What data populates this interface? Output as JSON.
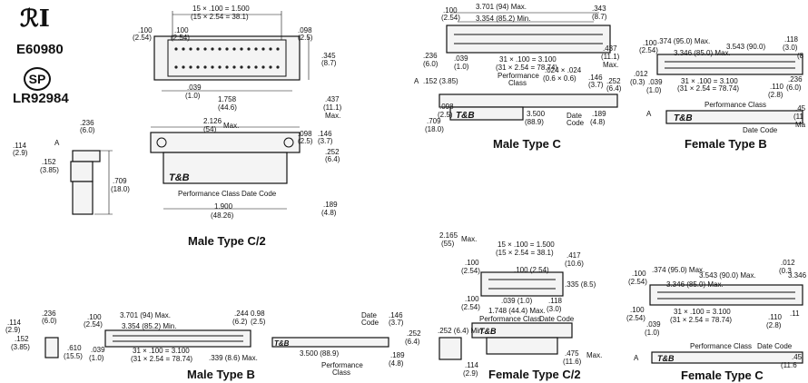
{
  "certifications": {
    "ul_number": "E60980",
    "csa_number": "LR92984"
  },
  "views": {
    "male_c2": "Male Type C/2",
    "male_c": "Male Type C",
    "female_b": "Female Type B",
    "male_b": "Male Type B",
    "female_c2": "Female Type C/2",
    "female_c": "Female Type C"
  },
  "common": {
    "performance_class": "Performance Class",
    "date_code": "Date Code",
    "perf_short": "Performance",
    "perf_class_word": "Class",
    "date_word": "Date",
    "code_word": "Code",
    "max": "Max."
  },
  "dims_c2": {
    "top1": "15 × .100 = 1.500",
    "top2": "(15 × 2.54 = 38.1)",
    "d100": ".100",
    "d254": "(2.54)",
    "d100b": ".100",
    "d254b": "(2.54)",
    "d098": ".098",
    "d25": "(2.5)",
    "d345": ".345",
    "d87": "(8.7)",
    "d039": ".039",
    "d10": "(1.0)",
    "d1758": "1.758",
    "d446": "(44.6)",
    "d437": ".437",
    "d111": "(11.1)",
    "dmax": "Max.",
    "d2126": "2.126",
    "d54": "(54)",
    "d098b": ".098",
    "d25b": "(2.5)",
    "d146": ".146",
    "d37": "(3.7)",
    "d252": ".252",
    "d64": "(6.4)",
    "d1900": "1.900",
    "d4826": "(48.26)",
    "d189": ".189",
    "d48": "(4.8)"
  },
  "dims_side_c2": {
    "d236": ".236",
    "d60": "(6.0)",
    "d114": ".114",
    "d29": "(2.9)",
    "a": "A",
    "d152": ".152",
    "d385": "(3.85)",
    "d709": ".709",
    "d180": "(18.0)"
  },
  "dims_c": {
    "d100": ".100",
    "d254": "(2.54)",
    "d3701": "3.701 (94) Max.",
    "d343": ".343",
    "d87": "(8.7)",
    "d3354": "3.354 (85.2) Min.",
    "d236": ".236",
    "d60": "(6.0)",
    "d039": ".039",
    "d10": "(1.0)",
    "p1": "31 × .100 = 3.100",
    "p2": "(31 × 2.54 = 78.74)",
    "d437": ".437",
    "d111": "(11.1)",
    "dmax": "Max.",
    "a": "A",
    "d152": ".152 (3.85)",
    "d024": ".024 × .024",
    "d06": "(0.6 × 0.6)",
    "d146": ".146",
    "d37": "(3.7)",
    "d252": ".252",
    "d64": "(6.4)",
    "d098": ".098",
    "d25": "(2.5)",
    "d709": ".709",
    "d180": "(18.0)",
    "d3500": "3.500",
    "d889": "(88.9)",
    "d189": ".189",
    "d48": "(4.8)"
  },
  "dims_fb": {
    "d100": ".100",
    "d254": "(2.54)",
    "d374": ".374 (95.0) Max.",
    "d3543": "3.543 (90.0)",
    "d118": ".118",
    "d30": "(3.0)",
    "d3346": "3.346 (85.0) Max.",
    "d8": "(8",
    "d012": ".012",
    "d03": "(0.3)",
    "d039": ".039",
    "d10": "(1.0)",
    "p1": "31 × .100 = 3.100",
    "p2": "(31 × 2.54 = 78.74)",
    "d110": ".110",
    "d28": "(2.8)",
    "d236": ".236",
    "d60": "(6.0)",
    "a": "A",
    "d45": ".45",
    "d11": "(11",
    "dmax": "Ma"
  },
  "dims_mb": {
    "d236": ".236",
    "d60": "(6.0)",
    "d114": ".114",
    "d29": "(2.9)",
    "d152": ".152",
    "d385": "(3.85)",
    "d610": ".610",
    "d155": "(15.5)",
    "d100": ".100",
    "d254": "(2.54)",
    "d3701": "3.701 (94) Max.",
    "d244": ".244",
    "d62": "(6.2)",
    "d098": "0.98",
    "d25": "(2.5)",
    "d3354": "3.354 (85.2) Min.",
    "d039": ".039",
    "d10": "(1.0)",
    "p1": "31 × .100 = 3.100",
    "p2": "(31 × 2.54 = 78.74)",
    "d339": ".339 (8.6) Max.",
    "d146": ".146",
    "d37": "(3.7)",
    "d252": ".252",
    "d64": "(6.4)",
    "d3500": "3.500 (88.9)",
    "d189": ".189",
    "d48": "(4.8)"
  },
  "dims_fc2": {
    "d2165": "2.165",
    "d55": "(55)",
    "top1": "15 × .100 = 1.500",
    "top2": "(15 × 2.54 = 38.1)",
    "d417": ".417",
    "d106": "(10.6)",
    "d100": ".100",
    "d254": "(2.54)",
    "d100b": ".100 (2.54)",
    "d335": ".335 (8.5)",
    "d100c": ".100",
    "d254c": "(2.54)",
    "d039": ".039 (1.0)",
    "d118": ".118",
    "d30": "(3.0)",
    "d1748": "1.748 (44.4) Max.",
    "d252": ".252 (6.4) Min.",
    "d114": ".114",
    "d29": "(2.9)",
    "d475": ".475",
    "d116": "(11.6)"
  },
  "dims_fc": {
    "d100": ".100",
    "d254": "(2.54)",
    "d374": ".374 (95.0) Max.",
    "d3543": "3.543 (90.0) Max.",
    "d012": ".012",
    "d03": "(0.3",
    "d3346": "3.346 (85.0) Max.",
    "d3346r": "3.346",
    "d100b": ".100",
    "d254b": "(2.54)",
    "p1": "31 × .100 = 3.100",
    "p2": "(31 × 2.54 = 78.74)",
    "d110": ".110",
    "d28": "(2.8)",
    "d11": ".11",
    "d039": ".039",
    "d10": "(1.0)",
    "a": "A",
    "d45": ".45",
    "d116": "(11.6"
  }
}
